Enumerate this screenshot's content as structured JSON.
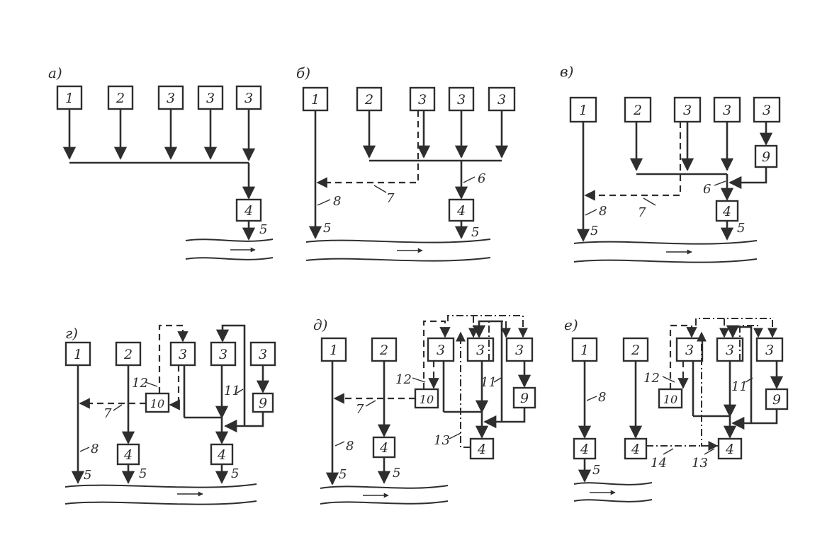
{
  "panels": [
    {
      "letter": "а)",
      "boxes": [
        "1",
        "2",
        "3",
        "3",
        "3",
        "4"
      ],
      "labels": [
        "5"
      ]
    },
    {
      "letter": "б)",
      "boxes": [
        "1",
        "2",
        "3",
        "3",
        "3",
        "4"
      ],
      "labels": [
        "8",
        "7",
        "6",
        "5",
        "5"
      ]
    },
    {
      "letter": "в)",
      "boxes": [
        "1",
        "2",
        "3",
        "3",
        "3",
        "9",
        "4"
      ],
      "labels": [
        "8",
        "7",
        "6",
        "5",
        "5"
      ]
    },
    {
      "letter": "г)",
      "boxes": [
        "1",
        "2",
        "3",
        "3",
        "3",
        "10",
        "9",
        "4",
        "4"
      ],
      "labels": [
        "12",
        "7",
        "11",
        "8",
        "5",
        "5",
        "5"
      ]
    },
    {
      "letter": "д)",
      "boxes": [
        "1",
        "2",
        "3",
        "3",
        "3",
        "10",
        "9",
        "4",
        "4"
      ],
      "labels": [
        "12",
        "7",
        "11",
        "8",
        "13",
        "5",
        "5"
      ]
    },
    {
      "letter": "е)",
      "boxes": [
        "1",
        "2",
        "3",
        "3",
        "3",
        "10",
        "9",
        "4",
        "4",
        "4"
      ],
      "labels": [
        "12",
        "11",
        "8",
        "14",
        "13",
        "5"
      ]
    }
  ]
}
